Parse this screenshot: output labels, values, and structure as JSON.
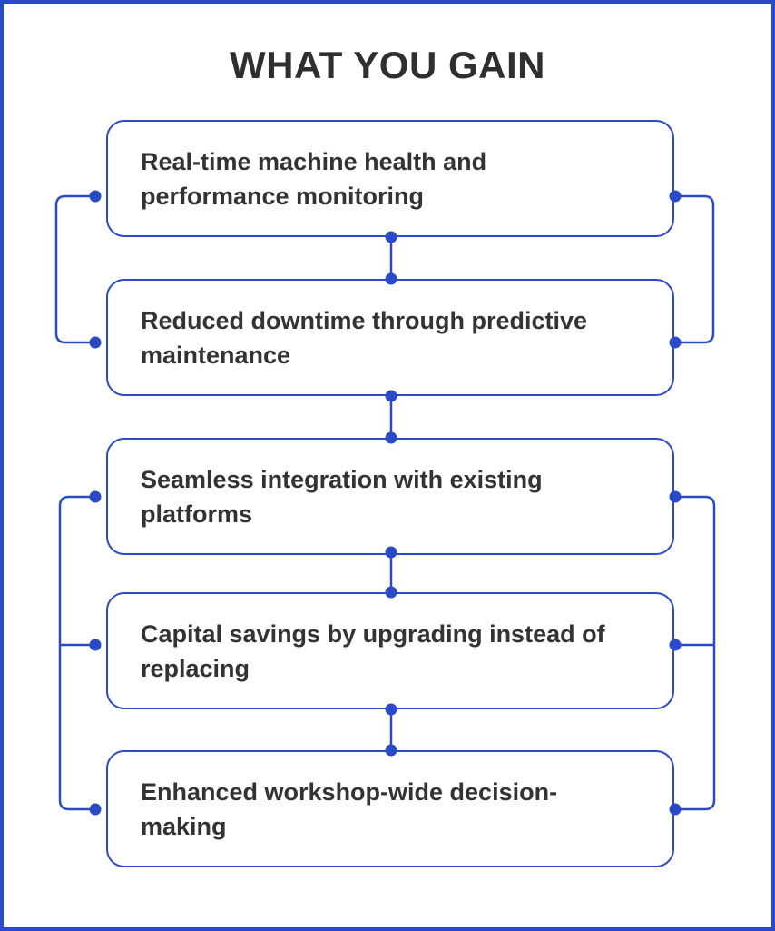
{
  "title": "WHAT YOU GAIN",
  "colors": {
    "accent_blue": "#2b4ac7",
    "title_text": "#2f2f31",
    "box_text": "#333335",
    "background": "#ffffff"
  },
  "boxes": [
    {
      "label": "Real-time machine health and\nperformance monitoring"
    },
    {
      "label": "Reduced downtime through predictive\nmaintenance"
    },
    {
      "label": "Seamless integration with existing\nplatforms"
    },
    {
      "label": "Capital savings by upgrading instead of\nreplacing"
    },
    {
      "label": "Enhanced workshop-wide decision-\nmaking"
    }
  ]
}
